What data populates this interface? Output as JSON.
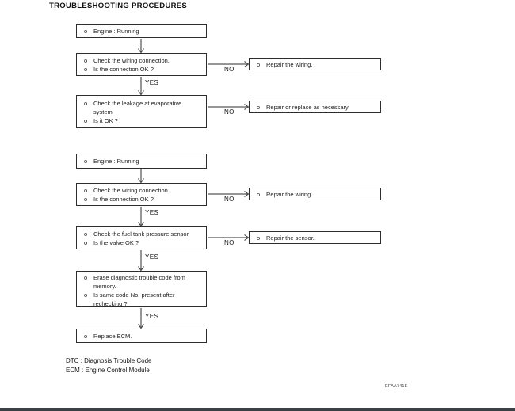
{
  "page": {
    "title": "TROUBLESHOOTING  PROCEDURES",
    "doc_code": "EFAA741E"
  },
  "bullet": "o",
  "connector_labels": {
    "yes": "YES",
    "no": "NO"
  },
  "flow1": {
    "engine_running": "Engine : Running",
    "check_wiring_1": "Check the wiring connection.",
    "check_wiring_2": "Is the connection OK ?",
    "repair_wiring": "Repair the wiring.",
    "check_leakage_1": "Check the leakage at evaporative",
    "check_leakage_1b": "system",
    "check_leakage_2": "Is it OK ?",
    "repair_or_replace": "Repair or replace as necessary"
  },
  "flow2": {
    "engine_running": "Engine : Running",
    "check_wiring_1": "Check the wiring connection.",
    "check_wiring_2": "Is the connection OK ?",
    "repair_wiring": "Repair the wiring.",
    "check_sensor_1": "Check the fuel tank pressure sensor.",
    "check_sensor_2": "Is the valve OK ?",
    "repair_sensor": "Repair the sensor.",
    "erase_code_1": "Erase diagnostic trouble code from",
    "erase_code_1b": "memory.",
    "erase_code_2": "Is same code No. present after",
    "erase_code_2b": "rechecking ?",
    "replace_ecm": "Replace ECM."
  },
  "footnotes": {
    "dtc": "DTC : Diagnosis Trouble Code",
    "ecm": "ECM : Engine Control Module"
  }
}
